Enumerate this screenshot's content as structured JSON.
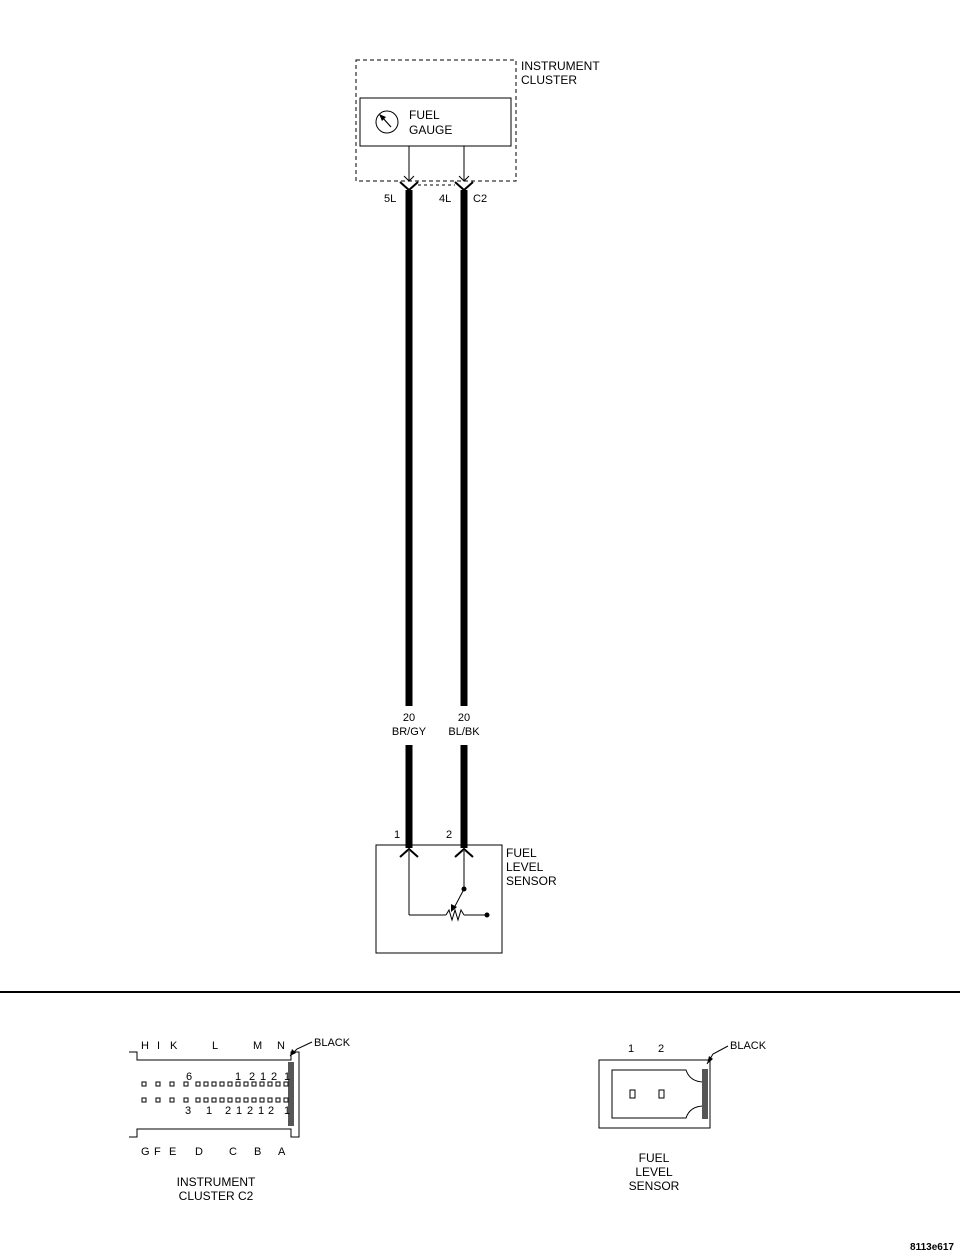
{
  "instrument_cluster": {
    "label_line1": "INSTRUMENT",
    "label_line2": "CLUSTER",
    "fuel_gauge_line1": "FUEL",
    "fuel_gauge_line2": "GAUGE",
    "pin_left": "5L",
    "pin_right": "4L",
    "connector": "C2"
  },
  "wires": [
    {
      "gauge": "20",
      "color": "BR/GY"
    },
    {
      "gauge": "20",
      "color": "BL/BK"
    }
  ],
  "fuel_level_sensor": {
    "pin_left": "1",
    "pin_right": "2",
    "label_line1": "FUEL",
    "label_line2": "LEVEL",
    "label_line3": "SENSOR"
  },
  "cluster_connector": {
    "top_letters": {
      "H": "H",
      "I": "I",
      "K": "K",
      "L": "L",
      "M": "M",
      "N": "N"
    },
    "bottom_letters": {
      "G": "G",
      "F": "F",
      "E": "E",
      "D": "D",
      "C": "C",
      "B": "B",
      "A": "A"
    },
    "top_row_numbers": {
      "n6": "6",
      "n1a": "1",
      "n2a": "2",
      "n1b": "1",
      "n2b": "2",
      "n1c": "1"
    },
    "bottom_row_numbers": {
      "n3": "3",
      "n1a": "1",
      "n2a": "2",
      "n1b": "1",
      "n2b": "2",
      "n1c": "1",
      "n2c": "2",
      "n1d": "1"
    },
    "color": "BLACK",
    "caption_line1": "INSTRUMENT",
    "caption_line2": "CLUSTER C2"
  },
  "sensor_connector": {
    "pin1": "1",
    "pin2": "2",
    "color": "BLACK",
    "caption_line1": "FUEL",
    "caption_line2": "LEVEL",
    "caption_line3": "SENSOR"
  },
  "figure_id": "8113e617"
}
